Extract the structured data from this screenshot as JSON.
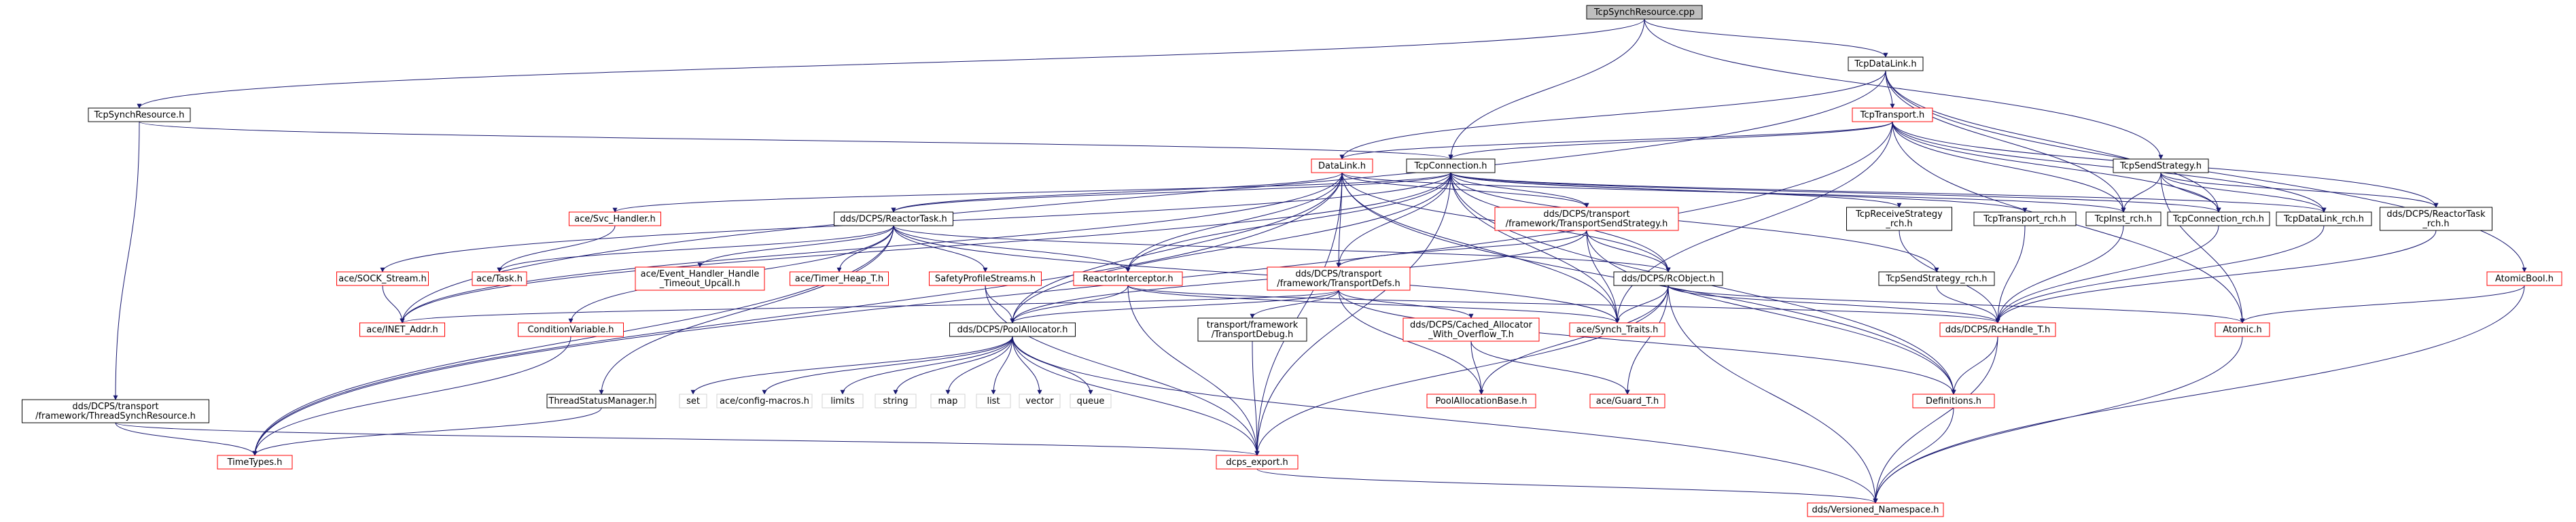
{
  "colors": {
    "node_border_black": "#000000",
    "node_border_red": "#ff0000",
    "root_fill": "#bfbfbf",
    "edge": "#191970"
  },
  "nodes": [
    {
      "id": "root",
      "lines": [
        "TcpSynchResource.cpp"
      ],
      "style": "root"
    },
    {
      "id": "tcpdatalink_h",
      "lines": [
        "TcpDataLink.h"
      ],
      "style": "black"
    },
    {
      "id": "tcpsynchresource_h",
      "lines": [
        "TcpSynchResource.h"
      ],
      "style": "black"
    },
    {
      "id": "tcptransport_h",
      "lines": [
        "TcpTransport.h"
      ],
      "style": "red"
    },
    {
      "id": "datalink_h",
      "lines": [
        "DataLink.h"
      ],
      "style": "red"
    },
    {
      "id": "tcpconnection_h",
      "lines": [
        "TcpConnection.h"
      ],
      "style": "black"
    },
    {
      "id": "tcpsendstrategy_h",
      "lines": [
        "TcpSendStrategy.h"
      ],
      "style": "black"
    },
    {
      "id": "svc_handler_h",
      "lines": [
        "ace/Svc_Handler.h"
      ],
      "style": "red"
    },
    {
      "id": "reactortask_h",
      "lines": [
        "dds/DCPS/ReactorTask.h"
      ],
      "style": "black"
    },
    {
      "id": "transportsendstrategy_h",
      "lines": [
        "dds/DCPS/transport",
        "/framework/TransportSendStrategy.h"
      ],
      "style": "red"
    },
    {
      "id": "tcpreceivestrategy_rch",
      "lines": [
        "TcpReceiveStrategy",
        "_rch.h"
      ],
      "style": "black"
    },
    {
      "id": "tcptransport_rch",
      "lines": [
        "TcpTransport_rch.h"
      ],
      "style": "black"
    },
    {
      "id": "tcpinst_rch",
      "lines": [
        "TcpInst_rch.h"
      ],
      "style": "black"
    },
    {
      "id": "tcpconnection_rch",
      "lines": [
        "TcpConnection_rch.h"
      ],
      "style": "black"
    },
    {
      "id": "tcpdatalink_rch",
      "lines": [
        "TcpDataLink_rch.h"
      ],
      "style": "black"
    },
    {
      "id": "reactortask_rch",
      "lines": [
        "dds/DCPS/ReactorTask",
        "_rch.h"
      ],
      "style": "black"
    },
    {
      "id": "sock_stream_h",
      "lines": [
        "ace/SOCK_Stream.h"
      ],
      "style": "red"
    },
    {
      "id": "task_h",
      "lines": [
        "ace/Task.h"
      ],
      "style": "red"
    },
    {
      "id": "event_handler_h",
      "lines": [
        "ace/Event_Handler_Handle",
        "_Timeout_Upcall.h"
      ],
      "style": "red"
    },
    {
      "id": "timer_heap_h",
      "lines": [
        "ace/Timer_Heap_T.h"
      ],
      "style": "red"
    },
    {
      "id": "safetyprofilestreams_h",
      "lines": [
        "SafetyProfileStreams.h"
      ],
      "style": "red"
    },
    {
      "id": "reactorinterceptor_h",
      "lines": [
        "ReactorInterceptor.h"
      ],
      "style": "red"
    },
    {
      "id": "transportdefs_h",
      "lines": [
        "dds/DCPS/transport",
        "/framework/TransportDefs.h"
      ],
      "style": "red"
    },
    {
      "id": "rcobject_h",
      "lines": [
        "dds/DCPS/RcObject.h"
      ],
      "style": "black"
    },
    {
      "id": "tcpsendstrategy_rch",
      "lines": [
        "TcpSendStrategy_rch.h"
      ],
      "style": "black"
    },
    {
      "id": "atomicbool_h",
      "lines": [
        "AtomicBool.h"
      ],
      "style": "red"
    },
    {
      "id": "inet_addr_h",
      "lines": [
        "ace/INET_Addr.h"
      ],
      "style": "red"
    },
    {
      "id": "conditionvariable_h",
      "lines": [
        "ConditionVariable.h"
      ],
      "style": "red"
    },
    {
      "id": "pooallocator_h",
      "lines": [
        "dds/DCPS/PoolAllocator.h"
      ],
      "style": "black"
    },
    {
      "id": "transportdebug_h",
      "lines": [
        "transport/framework",
        "/TransportDebug.h"
      ],
      "style": "black"
    },
    {
      "id": "cached_allocator_h",
      "lines": [
        "dds/DCPS/Cached_Allocator",
        "_With_Overflow_T.h"
      ],
      "style": "red"
    },
    {
      "id": "synch_traits_h",
      "lines": [
        "ace/Synch_Traits.h"
      ],
      "style": "red"
    },
    {
      "id": "rchandle_t_h",
      "lines": [
        "dds/DCPS/RcHandle_T.h"
      ],
      "style": "red"
    },
    {
      "id": "atomic_h",
      "lines": [
        "Atomic.h"
      ],
      "style": "red"
    },
    {
      "id": "threadsynchresource_h",
      "lines": [
        "dds/DCPS/transport",
        "/framework/ThreadSynchResource.h"
      ],
      "style": "black"
    },
    {
      "id": "threadstatusmanager_h",
      "lines": [
        "ThreadStatusManager.h"
      ],
      "style": "black"
    },
    {
      "id": "set",
      "lines": [
        "set"
      ],
      "style": "none"
    },
    {
      "id": "config_macros_h",
      "lines": [
        "ace/config-macros.h"
      ],
      "style": "none"
    },
    {
      "id": "limits",
      "lines": [
        "limits"
      ],
      "style": "none"
    },
    {
      "id": "string",
      "lines": [
        "string"
      ],
      "style": "none"
    },
    {
      "id": "map",
      "lines": [
        "map"
      ],
      "style": "none"
    },
    {
      "id": "list",
      "lines": [
        "list"
      ],
      "style": "none"
    },
    {
      "id": "vector",
      "lines": [
        "vector"
      ],
      "style": "none"
    },
    {
      "id": "queue",
      "lines": [
        "queue"
      ],
      "style": "none"
    },
    {
      "id": "poolallocationbase_h",
      "lines": [
        "PoolAllocationBase.h"
      ],
      "style": "red"
    },
    {
      "id": "guard_t_h",
      "lines": [
        "ace/Guard_T.h"
      ],
      "style": "red"
    },
    {
      "id": "definitions_h",
      "lines": [
        "Definitions.h"
      ],
      "style": "red"
    },
    {
      "id": "timetypes_h",
      "lines": [
        "TimeTypes.h"
      ],
      "style": "red"
    },
    {
      "id": "dcps_export_h",
      "lines": [
        "dcps_export.h"
      ],
      "style": "red"
    },
    {
      "id": "versioned_namespace_h",
      "lines": [
        "dds/Versioned_Namespace.h"
      ],
      "style": "red"
    }
  ],
  "edges": [
    [
      "root",
      "tcpdatalink_h"
    ],
    [
      "root",
      "tcpsynchresource_h"
    ],
    [
      "root",
      "tcpconnection_h"
    ],
    [
      "root",
      "tcpsendstrategy_h"
    ],
    [
      "tcpdatalink_h",
      "tcptransport_h"
    ],
    [
      "tcpdatalink_h",
      "datalink_h"
    ],
    [
      "tcpdatalink_h",
      "tcpconnection_rch"
    ],
    [
      "tcpdatalink_h",
      "tcpinst_rch"
    ],
    [
      "tcpdatalink_h",
      "atomicbool_h"
    ],
    [
      "tcpdatalink_h",
      "inet_addr_h"
    ],
    [
      "tcpsynchresource_h",
      "tcpconnection_h"
    ],
    [
      "tcpsynchresource_h",
      "threadsynchresource_h"
    ],
    [
      "tcptransport_h",
      "datalink_h"
    ],
    [
      "tcptransport_h",
      "tcpconnection_h"
    ],
    [
      "tcptransport_h",
      "tcpinst_rch"
    ],
    [
      "tcptransport_h",
      "tcpconnection_rch"
    ],
    [
      "tcptransport_h",
      "tcpdatalink_rch"
    ],
    [
      "tcptransport_h",
      "reactortask_rch"
    ],
    [
      "tcptransport_h",
      "timetypes_h"
    ],
    [
      "tcptransport_h",
      "synch_traits_h"
    ],
    [
      "tcptransport_h",
      "atomic_h"
    ],
    [
      "tcpconnection_h",
      "svc_handler_h"
    ],
    [
      "tcpconnection_h",
      "reactortask_h"
    ],
    [
      "tcpconnection_h",
      "transportsendstrategy_h"
    ],
    [
      "tcpconnection_h",
      "tcpreceivestrategy_rch"
    ],
    [
      "tcpconnection_h",
      "tcptransport_rch"
    ],
    [
      "tcpconnection_h",
      "tcpsendstrategy_rch"
    ],
    [
      "tcpconnection_h",
      "tcpconnection_rch"
    ],
    [
      "tcpconnection_h",
      "tcpdatalink_rch"
    ],
    [
      "tcpconnection_h",
      "sock_stream_h"
    ],
    [
      "tcpconnection_h",
      "rcobject_h"
    ],
    [
      "tcpconnection_h",
      "reactorinterceptor_h"
    ],
    [
      "tcpconnection_h",
      "transportdefs_h"
    ],
    [
      "tcpconnection_h",
      "synch_traits_h"
    ],
    [
      "tcpconnection_h",
      "dcps_export_h"
    ],
    [
      "tcpconnection_h",
      "definitions_h"
    ],
    [
      "tcpconnection_h",
      "inet_addr_h"
    ],
    [
      "tcpconnection_h",
      "pooallocator_h"
    ],
    [
      "datalink_h",
      "reactortask_h"
    ],
    [
      "datalink_h",
      "transportsendstrategy_h"
    ],
    [
      "datalink_h",
      "transportdefs_h"
    ],
    [
      "datalink_h",
      "rcobject_h"
    ],
    [
      "datalink_h",
      "reactorinterceptor_h"
    ],
    [
      "datalink_h",
      "pooallocator_h"
    ],
    [
      "datalink_h",
      "inet_addr_h"
    ],
    [
      "datalink_h",
      "timetypes_h"
    ],
    [
      "datalink_h",
      "dcps_export_h"
    ],
    [
      "datalink_h",
      "synch_traits_h"
    ],
    [
      "datalink_h",
      "definitions_h"
    ],
    [
      "datalink_h",
      "tcpinst_rch"
    ],
    [
      "tcpsendstrategy_h",
      "tcpinst_rch"
    ],
    [
      "tcpsendstrategy_h",
      "tcpconnection_rch"
    ],
    [
      "tcpsendstrategy_h",
      "tcpdatalink_rch"
    ],
    [
      "tcpsendstrategy_h",
      "reactortask_rch"
    ],
    [
      "tcpsendstrategy_h",
      "atomic_h"
    ],
    [
      "svc_handler_h",
      "task_h"
    ],
    [
      "sock_stream_h",
      "inet_addr_h"
    ],
    [
      "reactortask_h",
      "task_h"
    ],
    [
      "reactortask_h",
      "event_handler_h"
    ],
    [
      "reactortask_h",
      "timer_heap_h"
    ],
    [
      "reactortask_h",
      "safetyprofilestreams_h"
    ],
    [
      "reactortask_h",
      "reactorinterceptor_h"
    ],
    [
      "reactortask_h",
      "conditionvariable_h"
    ],
    [
      "reactortask_h",
      "threadstatusmanager_h"
    ],
    [
      "reactortask_h",
      "rcobject_h"
    ],
    [
      "reactortask_h",
      "timetypes_h"
    ],
    [
      "reactortask_h",
      "synch_traits_h"
    ],
    [
      "transportsendstrategy_h",
      "transportdefs_h"
    ],
    [
      "transportsendstrategy_h",
      "rcobject_h"
    ],
    [
      "transportsendstrategy_h",
      "synch_traits_h"
    ],
    [
      "transportsendstrategy_h",
      "definitions_h"
    ],
    [
      "transportsendstrategy_h",
      "pooallocator_h"
    ],
    [
      "safetyprofilestreams_h",
      "pooallocator_h"
    ],
    [
      "safetyprofilestreams_h",
      "dcps_export_h"
    ],
    [
      "reactorinterceptor_h",
      "pooallocator_h"
    ],
    [
      "reactorinterceptor_h",
      "rchandle_t_h"
    ],
    [
      "reactorinterceptor_h",
      "dcps_export_h"
    ],
    [
      "reactorinterceptor_h",
      "synch_traits_h"
    ],
    [
      "transportdefs_h",
      "transportdebug_h"
    ],
    [
      "transportdefs_h",
      "cached_allocator_h"
    ],
    [
      "transportdefs_h",
      "pooallocator_h"
    ],
    [
      "transportdefs_h",
      "inet_addr_h"
    ],
    [
      "transportdefs_h",
      "poolallocationbase_h"
    ],
    [
      "transportdefs_h",
      "definitions_h"
    ],
    [
      "rcobject_h",
      "rchandle_t_h"
    ],
    [
      "rcobject_h",
      "atomic_h"
    ],
    [
      "rcobject_h",
      "synch_traits_h"
    ],
    [
      "rcobject_h",
      "guard_t_h"
    ],
    [
      "rcobject_h",
      "poolallocationbase_h"
    ],
    [
      "rcobject_h",
      "dcps_export_h"
    ],
    [
      "rcobject_h",
      "versioned_namespace_h"
    ],
    [
      "tcpreceivestrategy_rch",
      "rchandle_t_h"
    ],
    [
      "tcptransport_rch",
      "rchandle_t_h"
    ],
    [
      "tcpinst_rch",
      "rchandle_t_h"
    ],
    [
      "tcpconnection_rch",
      "rchandle_t_h"
    ],
    [
      "tcpdatalink_rch",
      "rchandle_t_h"
    ],
    [
      "reactortask_rch",
      "rchandle_t_h"
    ],
    [
      "tcpsendstrategy_rch",
      "rchandle_t_h"
    ],
    [
      "atomicbool_h",
      "atomic_h"
    ],
    [
      "atomicbool_h",
      "versioned_namespace_h"
    ],
    [
      "conditionvariable_h",
      "timetypes_h"
    ],
    [
      "pooallocator_h",
      "set"
    ],
    [
      "pooallocator_h",
      "config_macros_h"
    ],
    [
      "pooallocator_h",
      "limits"
    ],
    [
      "pooallocator_h",
      "string"
    ],
    [
      "pooallocator_h",
      "map"
    ],
    [
      "pooallocator_h",
      "list"
    ],
    [
      "pooallocator_h",
      "vector"
    ],
    [
      "pooallocator_h",
      "queue"
    ],
    [
      "pooallocator_h",
      "dcps_export_h"
    ],
    [
      "pooallocator_h",
      "versioned_namespace_h"
    ],
    [
      "transportdebug_h",
      "dcps_export_h"
    ],
    [
      "cached_allocator_h",
      "poolallocationbase_h"
    ],
    [
      "cached_allocator_h",
      "guard_t_h"
    ],
    [
      "rchandle_t_h",
      "definitions_h"
    ],
    [
      "rchandle_t_h",
      "versioned_namespace_h"
    ],
    [
      "atomic_h",
      "versioned_namespace_h"
    ],
    [
      "threadsynchresource_h",
      "timetypes_h"
    ],
    [
      "threadsynchresource_h",
      "dcps_export_h"
    ],
    [
      "threadstatusmanager_h",
      "timetypes_h"
    ],
    [
      "definitions_h",
      "versioned_namespace_h"
    ],
    [
      "dcps_export_h",
      "versioned_namespace_h"
    ]
  ]
}
